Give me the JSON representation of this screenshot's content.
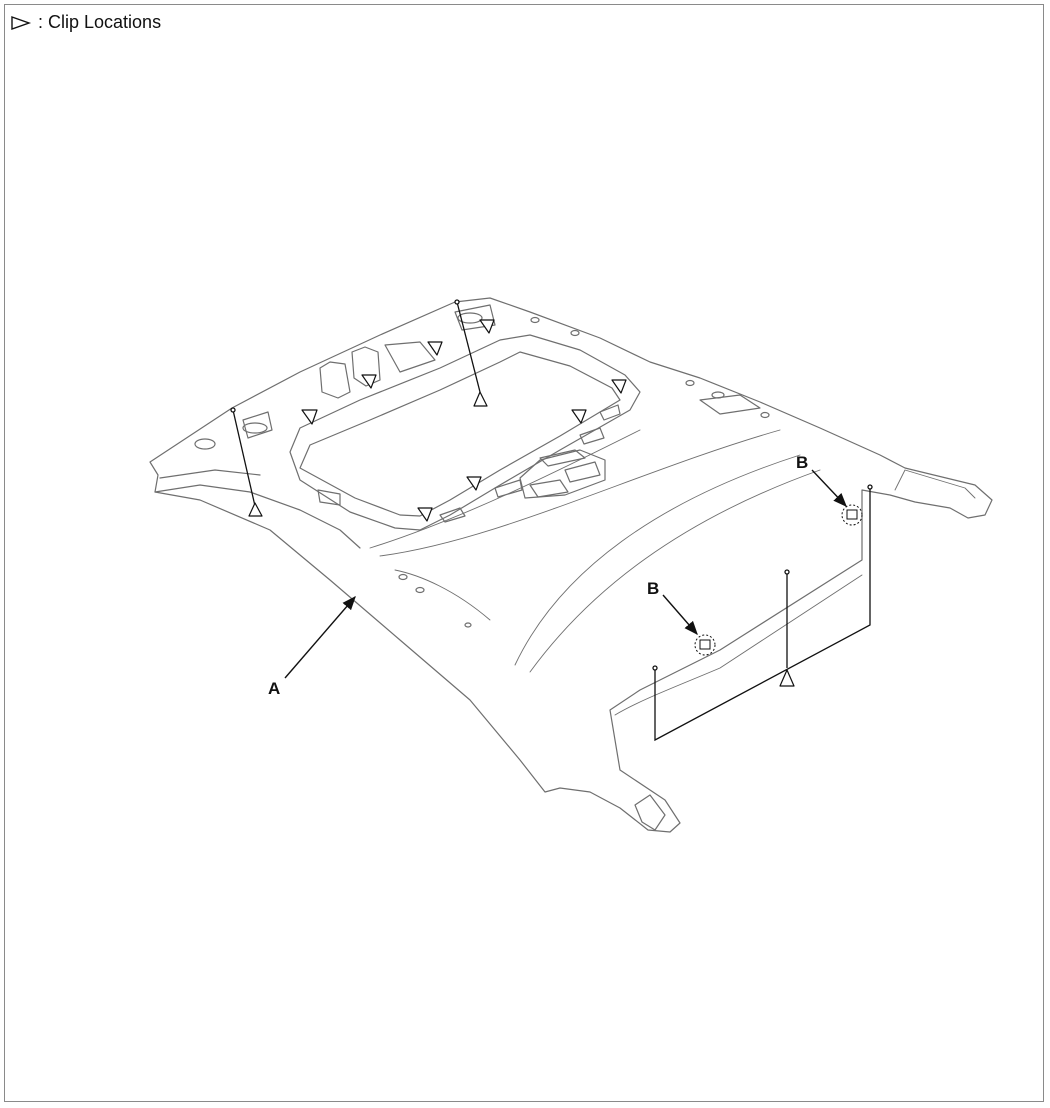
{
  "legend": {
    "symbol": "clip-triangle-icon",
    "text": ": Clip Locations"
  },
  "callouts": {
    "a": "A",
    "b1": "B",
    "b2": "B"
  },
  "colors": {
    "line": "#6f6f6f",
    "dark_line": "#111111",
    "frame": "#8a8a8a"
  }
}
